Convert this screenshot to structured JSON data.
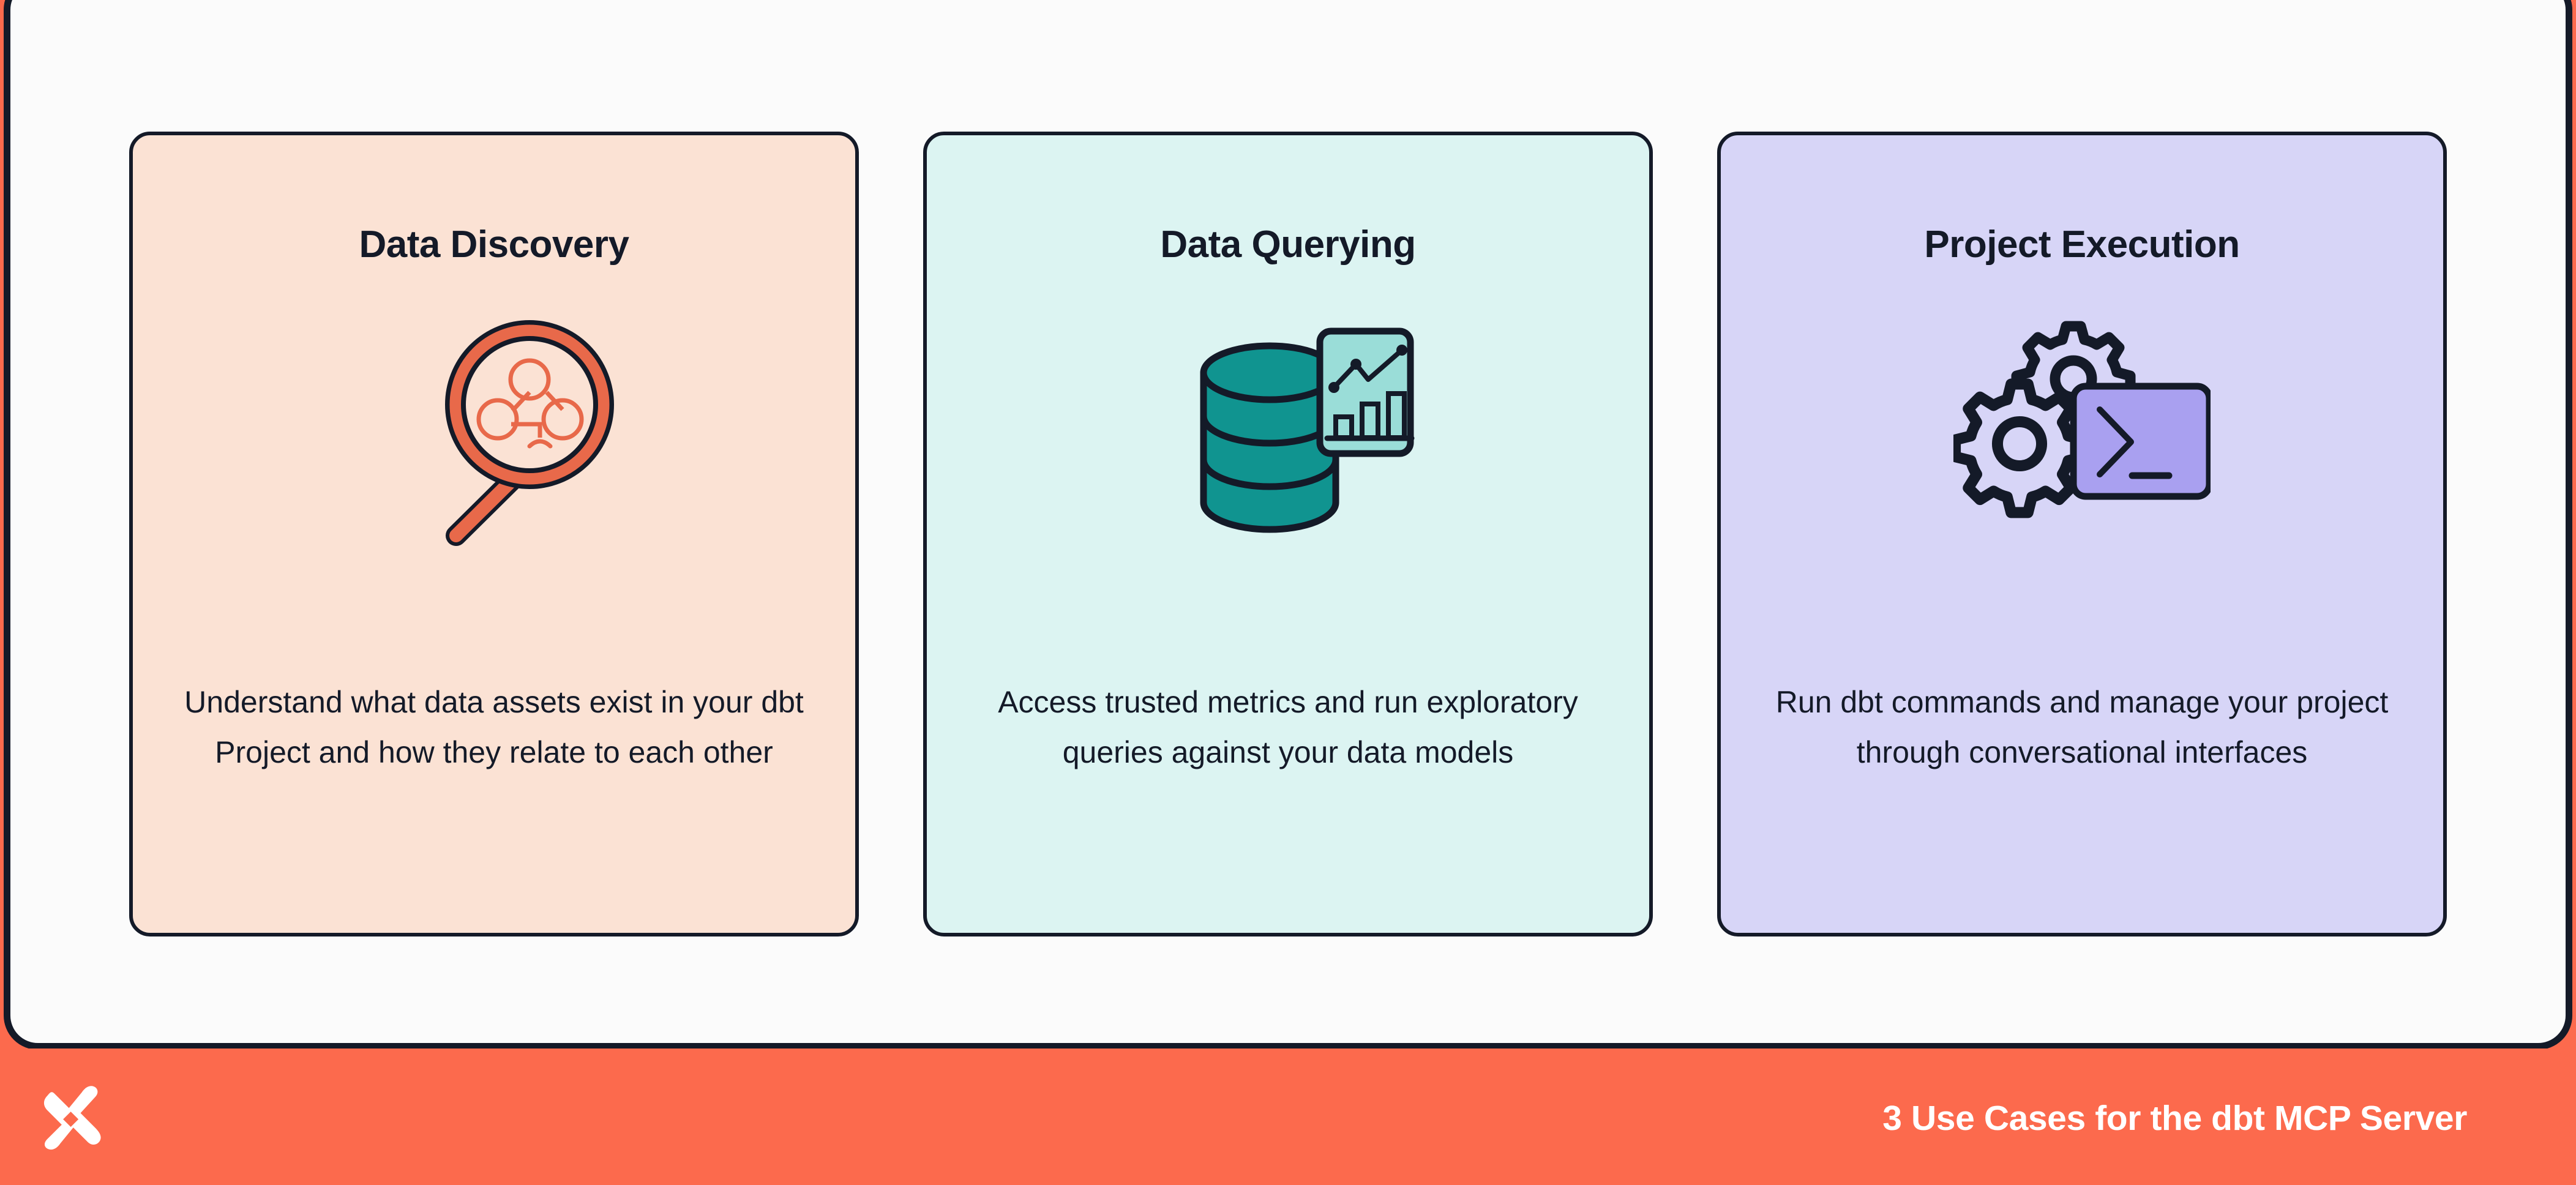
{
  "theme": {
    "background_orange": "#FC6A4D",
    "panel_background": "#FBFBFB",
    "ink": "#141A28",
    "card1_bg": "#FBE2D4",
    "card2_bg": "#DCF4F2",
    "card3_bg": "#D7D5F7",
    "accent_coral": "#E8694A",
    "accent_teal": "#109490",
    "accent_teal_light": "#9ADDD8",
    "accent_purple": "#A9A0F0"
  },
  "cards": [
    {
      "title": "Data Discovery",
      "description": "Understand what data assets exist in your dbt Project and how they relate to each other",
      "icon": "magnifying-glass-network-icon"
    },
    {
      "title": "Data Querying",
      "description": "Access trusted metrics and run exploratory queries against your data models",
      "icon": "database-chart-icon"
    },
    {
      "title": "Project Execution",
      "description": "Run dbt commands and manage your project through conversational interfaces",
      "icon": "gears-terminal-icon"
    }
  ],
  "footer": {
    "logo": "dbt-logo-icon",
    "caption": "3 Use Cases for the dbt MCP Server"
  }
}
